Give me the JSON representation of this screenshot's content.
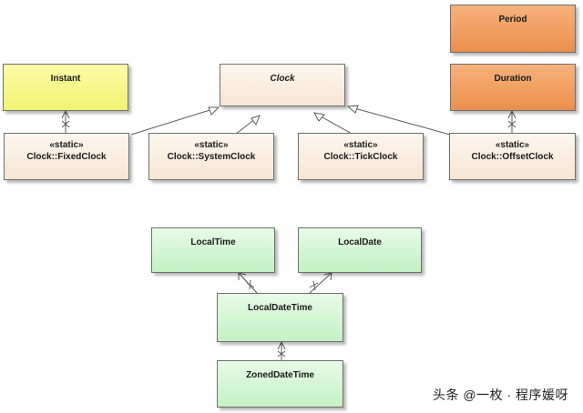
{
  "boxes": {
    "period": "Period",
    "duration": "Duration",
    "instant": "Instant",
    "clock": "Clock",
    "fixed_clock": {
      "stereotype": "«static»",
      "name": "Clock::FixedClock"
    },
    "system_clock": {
      "stereotype": "«static»",
      "name": "Clock::SystemClock"
    },
    "tick_clock": {
      "stereotype": "«static»",
      "name": "Clock::TickClock"
    },
    "offset_clock": {
      "stereotype": "«static»",
      "name": "Clock::OffsetClock"
    },
    "local_time": "LocalTime",
    "local_date": "LocalDate",
    "local_date_time": "LocalDateTime",
    "zoned_date_time": "ZonedDateTime"
  },
  "watermark": "头条 @一枚 · 程序媛呀",
  "colors": {
    "yellow": "#f2f271",
    "cream": "#f6e6d2",
    "orange": "#ec8f4c",
    "green": "#c4f1c4"
  }
}
